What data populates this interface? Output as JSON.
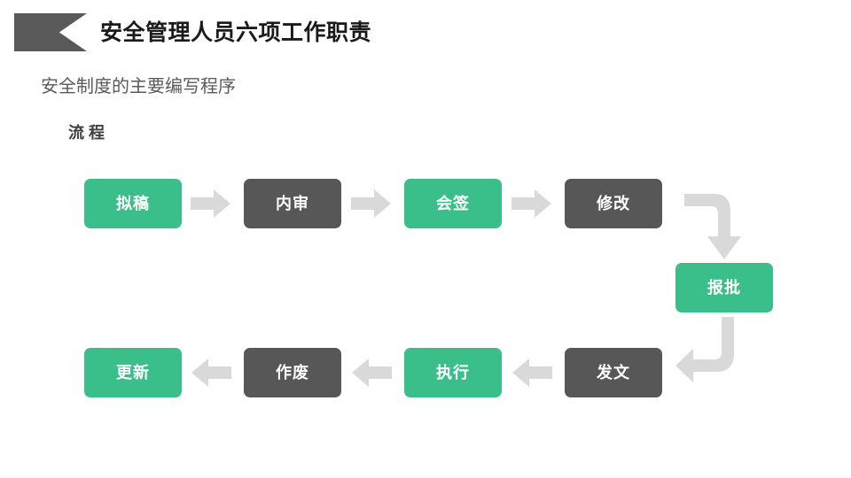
{
  "header": {
    "title": "安全管理人员六项工作职责",
    "ribbon_icon": "ribbon-bookmark-icon"
  },
  "subtitle": "安全制度的主要编写程序",
  "section_label": "流 程",
  "colors": {
    "green": "#3BBF8A",
    "gray": "#575757",
    "arrow": "#D9D9D9",
    "title_text": "#1a1a1a",
    "subtitle_text": "#5a5a5a",
    "node_text": "#ffffff",
    "background": "#ffffff"
  },
  "chart_data": {
    "type": "diagram",
    "title": "安全制度的主要编写程序",
    "subtitle": "流 程",
    "layout": "serpentine-two-row",
    "nodes": [
      {
        "id": "n1",
        "label": "拟稿",
        "color": "green",
        "row": "top",
        "order": 1
      },
      {
        "id": "n2",
        "label": "内审",
        "color": "gray",
        "row": "top",
        "order": 2
      },
      {
        "id": "n3",
        "label": "会签",
        "color": "green",
        "row": "top",
        "order": 3
      },
      {
        "id": "n4",
        "label": "修改",
        "color": "gray",
        "row": "top",
        "order": 4
      },
      {
        "id": "n5",
        "label": "报批",
        "color": "green",
        "row": "middle",
        "order": 5
      },
      {
        "id": "n6",
        "label": "发文",
        "color": "gray",
        "row": "bottom",
        "order": 6
      },
      {
        "id": "n7",
        "label": "执行",
        "color": "green",
        "row": "bottom",
        "order": 7
      },
      {
        "id": "n8",
        "label": "作废",
        "color": "gray",
        "row": "bottom",
        "order": 8
      },
      {
        "id": "n9",
        "label": "更新",
        "color": "green",
        "row": "bottom",
        "order": 9
      }
    ],
    "edges": [
      {
        "from": "n1",
        "to": "n2",
        "style": "block-arrow",
        "direction": "right"
      },
      {
        "from": "n2",
        "to": "n3",
        "style": "block-arrow",
        "direction": "right"
      },
      {
        "from": "n3",
        "to": "n4",
        "style": "block-arrow",
        "direction": "right"
      },
      {
        "from": "n4",
        "to": "n5",
        "style": "elbow-arrow",
        "direction": "right-then-down"
      },
      {
        "from": "n5",
        "to": "n6",
        "style": "elbow-arrow",
        "direction": "down-then-left"
      },
      {
        "from": "n6",
        "to": "n7",
        "style": "block-arrow",
        "direction": "left"
      },
      {
        "from": "n7",
        "to": "n8",
        "style": "block-arrow",
        "direction": "left"
      },
      {
        "from": "n8",
        "to": "n9",
        "style": "block-arrow",
        "direction": "left"
      }
    ]
  }
}
